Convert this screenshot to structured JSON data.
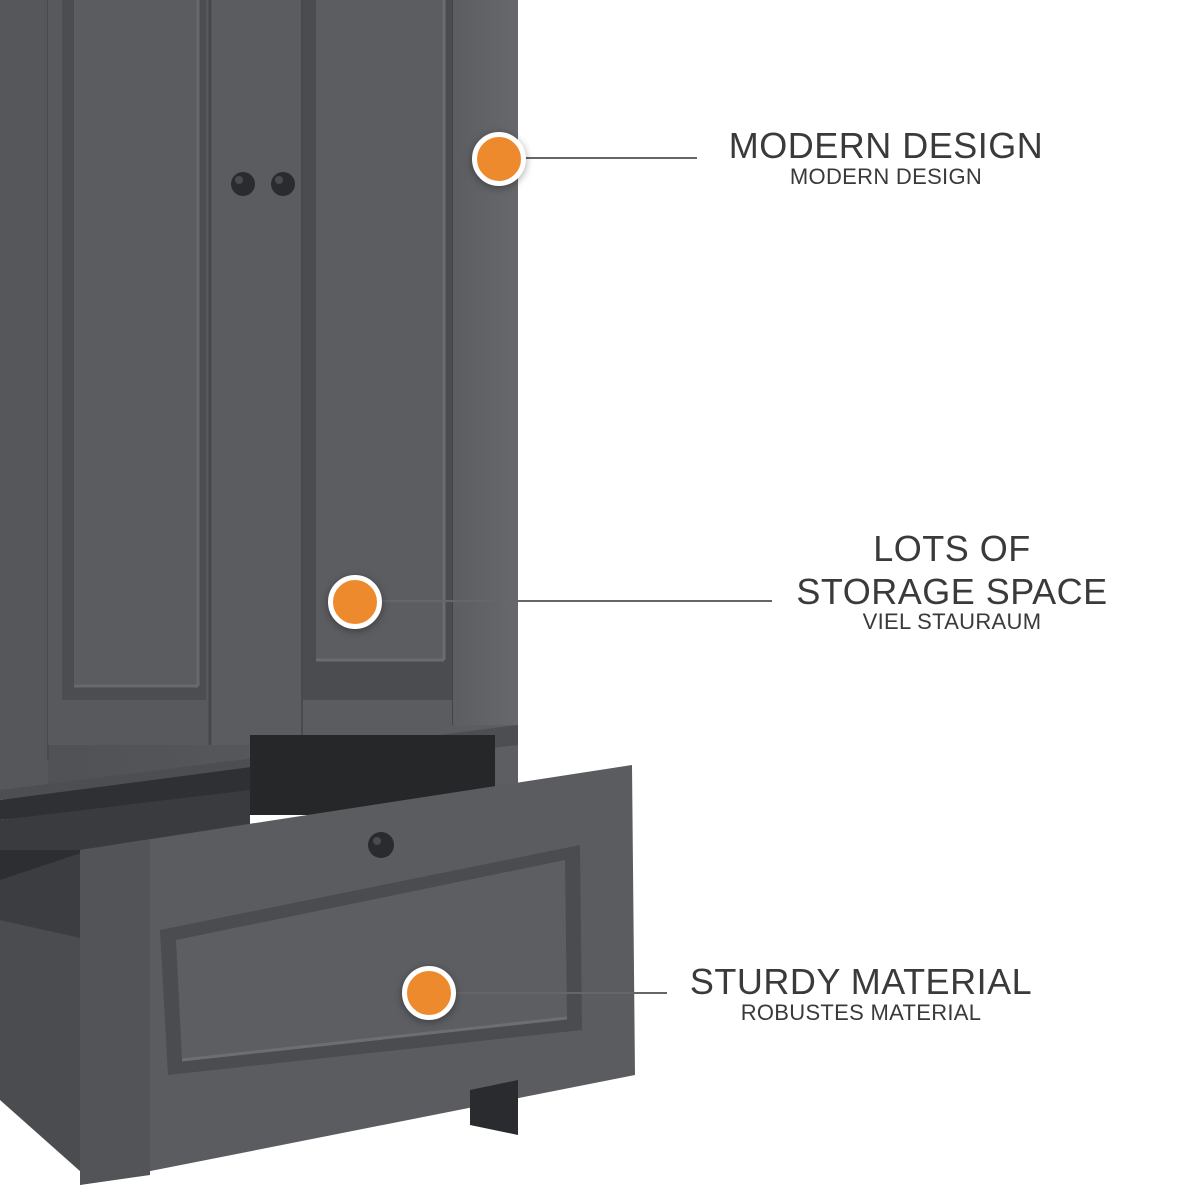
{
  "features": [
    {
      "title": "MODERN DESIGN",
      "subtitle": "MODERN DESIGN"
    },
    {
      "title_line1": "LOTS OF",
      "title_line2": "STORAGE SPACE",
      "subtitle": "VIEL STAURAUM"
    },
    {
      "title": "STURDY MATERIAL",
      "subtitle": "ROBUSTES MATERIAL"
    }
  ],
  "colors": {
    "accent": "#ec8a2d",
    "cabinet": "#5a5c5f",
    "text": "#3a3a3a",
    "background": "#ffffff"
  },
  "icons": [
    "hotspot-marker"
  ]
}
